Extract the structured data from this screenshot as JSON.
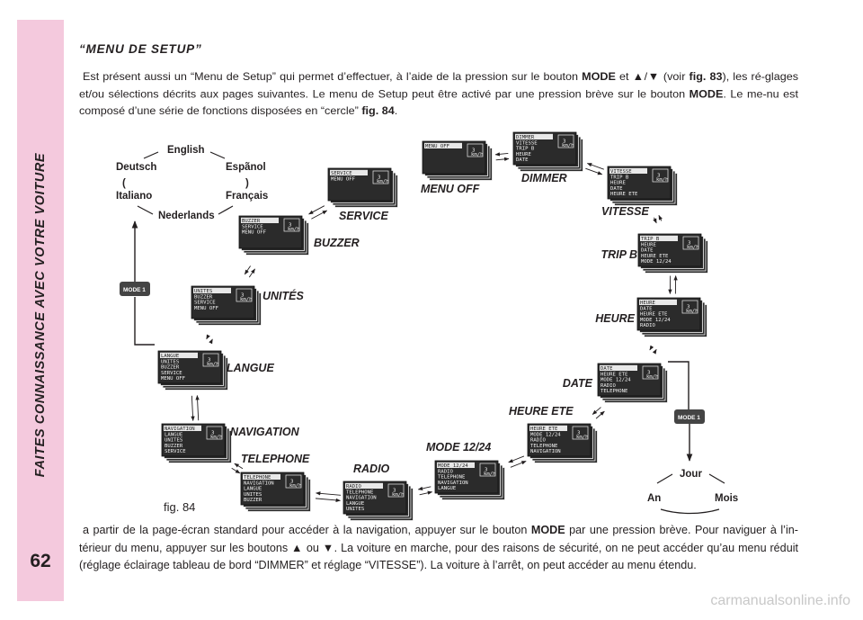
{
  "sidebar": {
    "title": "FAITES CONNAISSANCE AVEC VOTRE VOITURE",
    "page_number": "62"
  },
  "heading": "“MENU DE SETUP”",
  "para1": {
    "t1": "Est présent aussi un “Menu de Setup” qui permet d’effectuer, à l’aide de la pression sur le bouton ",
    "b1": "MODE",
    "t2": " et ▲/▼ (voir ",
    "b2": "fig. 83",
    "t3": "), les ré-glages et/ou sélections décrits aux pages suivantes. Le menu de Setup peut être activé par une pression brève sur le bouton ",
    "b3": "MODE",
    "t4": ". Le me-nu est composé d’une série de fonctions disposées en “cercle” ",
    "b4": "fig. 84",
    "t5": "."
  },
  "para2": {
    "t1": "a partir de la page-écran standard pour accéder à la navigation, appuyer sur le bouton ",
    "b1": "MODE",
    "t2": " par une pression brève. Pour naviguer à l’in-térieur du menu, appuyer sur les boutons ▲ ou ▼. La voiture en marche, pour des raisons de sécurité, on ne peut accéder qu’au menu réduit (réglage éclairage tableau de bord “DIMMER” et réglage “VITESSE”). La voiture à l’arrêt, on peut accéder au menu étendu."
  },
  "languages": {
    "english": "English",
    "deutsch": "Deutsch",
    "espanol": "Espãnol",
    "italiano": "Italiano",
    "francais": "Français",
    "nederlands": "Nederlands",
    "paren_left": "(",
    "paren_right": ")"
  },
  "date_cycle": {
    "jour": "Jour",
    "an": "An",
    "mois": "Mois"
  },
  "buttons": {
    "mode_left": "MODE 1",
    "mode_right": "MODE 1"
  },
  "figure_caption": "fig. 84",
  "screen_badge": {
    "digit": "3",
    "unit": "km/h"
  },
  "screens": [
    {
      "label": "MENU OFF",
      "lines": [
        "MENU OFF"
      ]
    },
    {
      "label": "DIMMER",
      "lines": [
        "DIMMER",
        "VITESSE",
        "TRIP B",
        "HEURE",
        "DATE"
      ]
    },
    {
      "label": "VITESSE",
      "lines": [
        "VITESSE",
        "TRIP B",
        "HEURE",
        "DATE",
        "HEURE ETE"
      ]
    },
    {
      "label": "TRIP B",
      "lines": [
        "TRIP B",
        "HEURE",
        "DATE",
        "HEURE ETE",
        "MODE 12/24"
      ]
    },
    {
      "label": "HEURE",
      "lines": [
        "HEURE",
        "DATE",
        "HEURE ETE",
        "MODE 12/24",
        "RADIO"
      ]
    },
    {
      "label": "DATE",
      "lines": [
        "DATE",
        "HEURE ETE",
        "MODE 12/24",
        "RADIO",
        "TELEPHONE"
      ]
    },
    {
      "label": "HEURE ETE",
      "lines": [
        "HEURE ETE",
        "MODE 12/24",
        "RADIO",
        "TELEPHONE",
        "NAVIGATION"
      ]
    },
    {
      "label": "MODE 12/24",
      "lines": [
        "MODE 12/24",
        "RADIO",
        "TELEPHONE",
        "NAVIGATION",
        "LANGUE"
      ]
    },
    {
      "label": "RADIO",
      "lines": [
        "RADIO",
        "TELEPHONE",
        "NAVIGATION",
        "LANGUE",
        "UNITES"
      ]
    },
    {
      "label": "TELEPHONE",
      "lines": [
        "TELEPHONE",
        "NAVIGATION",
        "LANGUE",
        "UNITES",
        "BUZZER"
      ]
    },
    {
      "label": "NAVIGATION",
      "lines": [
        "NAVIGATION",
        "LANGUE",
        "UNITES",
        "BUZZER",
        "SERVICE"
      ]
    },
    {
      "label": "LANGUE",
      "lines": [
        "LANGUE",
        "UNITES",
        "BUZZER",
        "SERVICE",
        "MENU OFF"
      ]
    },
    {
      "label": "UNITÉS",
      "lines": [
        "UNITES",
        "BUZZER",
        "SERVICE",
        "MENU OFF"
      ]
    },
    {
      "label": "BUZZER",
      "lines": [
        "BUZZER",
        "SERVICE",
        "MENU OFF"
      ]
    },
    {
      "label": "SERVICE",
      "lines": [
        "SERVICE",
        "MENU OFF"
      ]
    }
  ],
  "watermark": "carmanualsonline.info"
}
